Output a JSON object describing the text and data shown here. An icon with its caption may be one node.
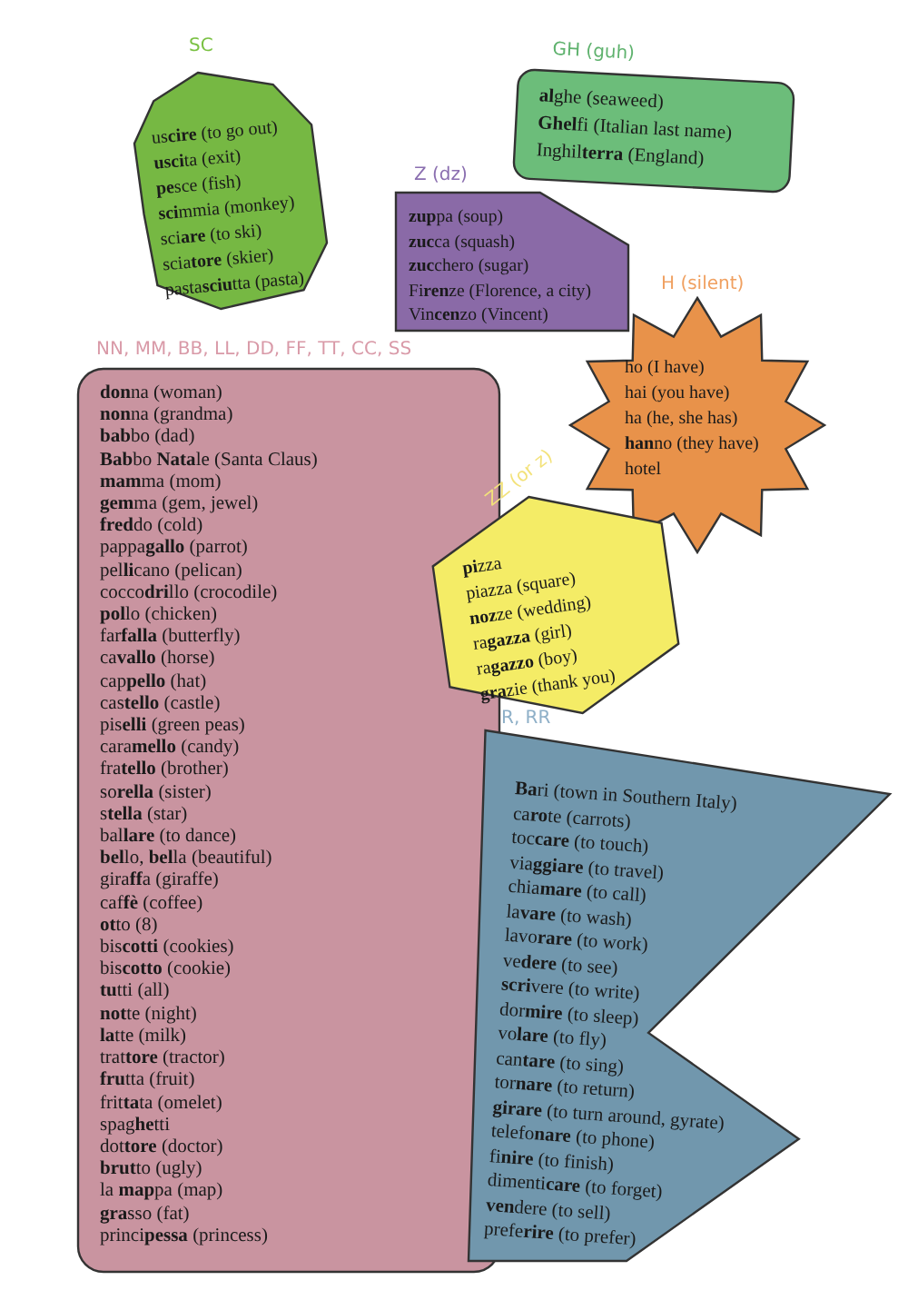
{
  "diagram": {
    "nodes": [
      {
        "text": [
          "SC",
          "us**cire** (to go out)",
          "**usci**ta (exit)",
          "**pe**sce (fish)",
          "**sci**mmia (monkey)",
          "sci**are** (to ski)",
          "scia**tore** (skier)",
          "pasta**sciu**tta (pasta)"
        ]
      },
      {
        "text": [
          "GH (guh)",
          "**al**ghe (seaweed)",
          "**Ghel**fi (Italian last name)",
          "Inghil**terra** (England)"
        ]
      },
      {
        "text": [
          "Z (dz)",
          "**zup**pa (soup)",
          "**zuc**ca (squash)",
          "**zuc**chero (sugar)",
          "Fi**ren**ze (Florence, a city)",
          "Vin**cen**zo (Vincent)"
        ]
      },
      {
        "text": [
          "H (silent)",
          "ho (I have)",
          "hai (you have)",
          "ha (he, she has)",
          "**han**no (they have)",
          "hotel"
        ]
      },
      {
        "text": [
          "NN, MM, BB, LL,  DD, FF, TT, CC, SS",
          "**don**na (woman)",
          "**non**na (grandma)",
          "**bab**bo (dad)",
          "**Bab**bo **Nata**le (Santa Claus)",
          "**mam**ma (mom)",
          "**gem**ma (gem, jewel)",
          "**fred**do (cold)",
          "pappa**gallo** (parrot)",
          "pel**li**cano (pelican)",
          "cocco**dri**llo (crocodile)",
          "**pol**lo (chicken)",
          "far**falla** (butterfly)",
          "ca**vallo** (horse)",
          "cap**pello** (hat)",
          "cas**tello** (castle)",
          "pis**elli** (green peas)",
          "cara**mello** (candy)",
          "fra**tello** (brother)",
          "so**rella** (sister)",
          "s**tella** (star)",
          "bal**lare** (to dance)",
          "**bel**lo, **bel**la (beautiful)",
          "gira**ff**a (giraffe)",
          "caf**fè** (coffee)",
          "**ot**to (8)",
          "bis**cotti** (cookies)",
          "bis**cotto** (cookie)",
          "**tu**tti (all)",
          "**not**te (night)",
          "**la**tte (milk)",
          "trat**tore** (tractor)",
          "**fru**tta (fruit)",
          "frit**ta**ta (omelet)",
          "spag**he**tti",
          "dot**tore** (doctor)",
          "**brut**to (ugly)",
          "la **map**pa (map)",
          "**gra**sso (fat)",
          "princi**pessa** (princess)"
        ]
      },
      {
        "text": [
          "ZZ (or z)",
          "**pi**zza",
          "piazza (square)",
          "**noz**ze (wedding)",
          "ra**gazza** (girl)",
          "ra**gazzo** (boy)",
          "**gra**zie (thank you)"
        ]
      },
      {
        "text": [
          "R, RR",
          "**Ba**ri (town in Southern Italy)",
          "ca**ro**te (carrots)",
          "toc**care** (to touch)",
          "via**ggiare** (to travel)",
          "chia**mare** (to call)",
          "la**vare** (to wash)",
          "lavo**rare** (to work)",
          "ve**dere** (to see)",
          "**scri**vere (to write)",
          "dor**mire** (to sleep)",
          "vo**lare** (to fly)",
          "can**tare** (to sing)",
          "tor**nare** (to return)",
          "**girare** (to turn around, gyrate)",
          "telefo**nare** (to phone)",
          "fi**nire** (to finish)",
          "dimenti**care** (to forget)",
          "**ven**dere (to sell)",
          "prefe**rire** (to prefer)"
        ]
      }
    ]
  }
}
